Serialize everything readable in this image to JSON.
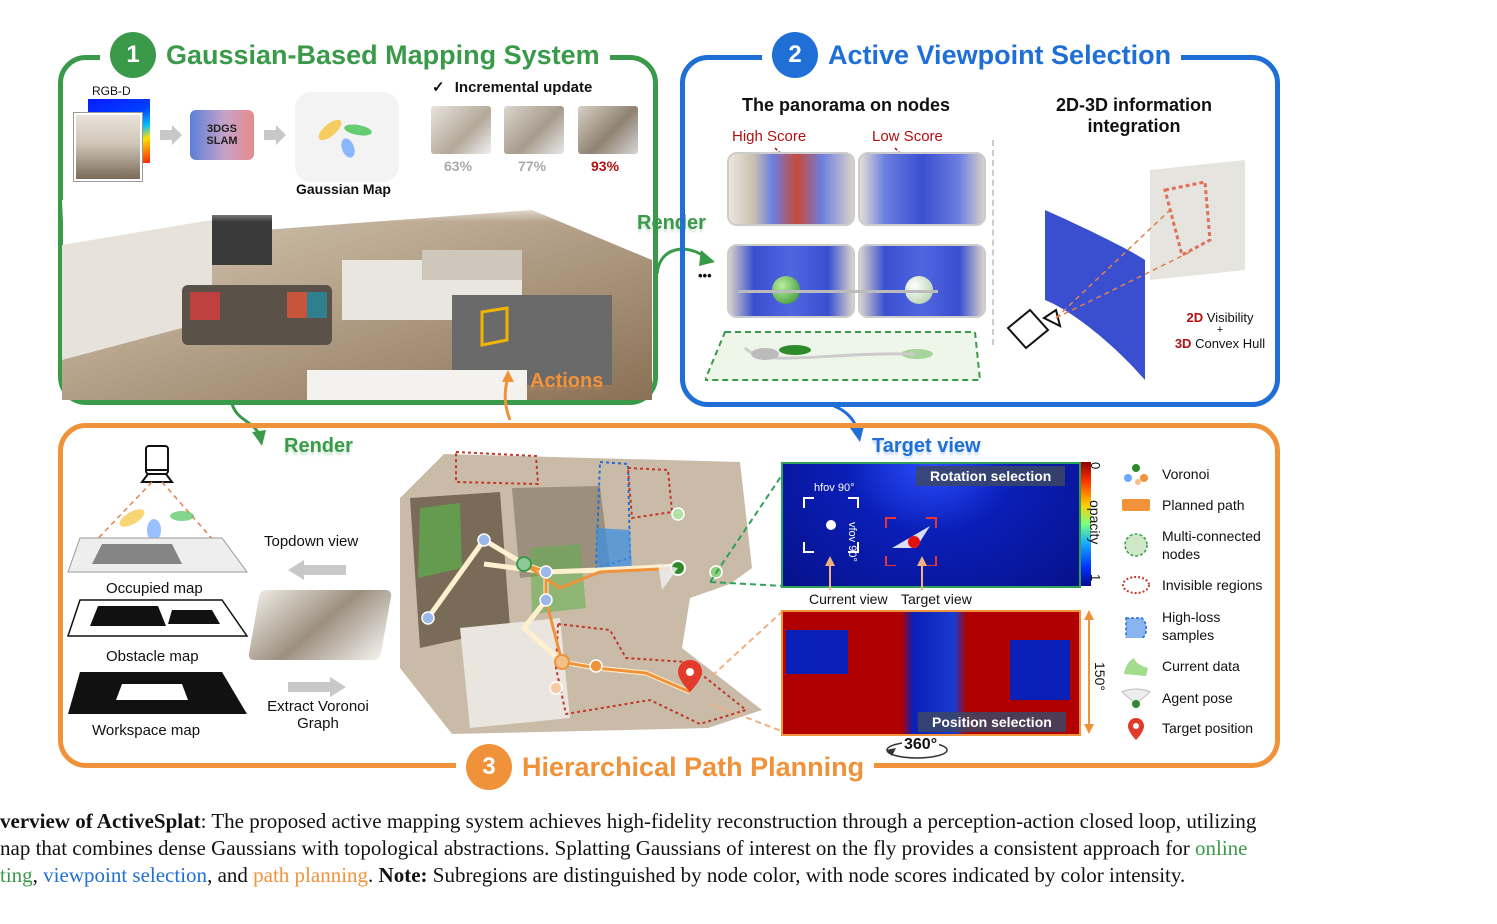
{
  "panel1": {
    "number": "1",
    "title": "Gaussian-Based Mapping System",
    "rgbd_label": "RGB-D",
    "slam_label_line1": "3DGS",
    "slam_label_line2": "SLAM",
    "gaussian_map_label": "Gaussian Map",
    "incremental_label": "Incremental update",
    "incremental_check": "✓",
    "percentages": [
      "63%",
      "77%",
      "93%"
    ],
    "actions_label": "Actions",
    "render_label": "Render"
  },
  "panel2": {
    "number": "2",
    "title": "Active Viewpoint Selection",
    "panorama_title": "The panorama on nodes",
    "high_score": "High Score",
    "low_score": "Low Score",
    "ellipsis": "•••",
    "integration_title_line1": "2D-3D information",
    "integration_title_line2": "integration",
    "visibility_prefix": "2D",
    "visibility_text": "Visibility",
    "plus": "+",
    "convex_prefix": "3D",
    "convex_text": "Convex Hull",
    "render_label": "Render"
  },
  "panel3": {
    "number": "3",
    "title": "Hierarchical Path Planning",
    "render_label": "Render",
    "target_view_label": "Target view",
    "occupied_map": "Occupied map",
    "obstacle_map": "Obstacle map",
    "workspace_map": "Workspace map",
    "topdown_view": "Topdown view",
    "extract_line1": "Extract Voronoi",
    "extract_line2": "Graph",
    "rotation_selection": "Rotation selection",
    "position_selection": "Position selection",
    "hfov": "hfov 90°",
    "vfov": "vfov 90°",
    "current_view": "Current view",
    "target_view": "Target view",
    "colorbar_top": "0",
    "colorbar_bottom": "1",
    "colorbar_label": "opacity",
    "angle_150": "150°",
    "angle_360": "360°"
  },
  "legend": [
    {
      "icon": "voronoi-icon",
      "label": "Voronoi"
    },
    {
      "icon": "planned-path-icon",
      "label": "Planned path"
    },
    {
      "icon": "multi-connected-nodes-icon",
      "label": "Multi-connected nodes"
    },
    {
      "icon": "invisible-regions-icon",
      "label": "Invisible regions"
    },
    {
      "icon": "high-loss-samples-icon",
      "label": "High-loss samples"
    },
    {
      "icon": "current-data-icon",
      "label": "Current data"
    },
    {
      "icon": "agent-pose-icon",
      "label": "Agent pose"
    },
    {
      "icon": "target-position-icon",
      "label": "Target position"
    }
  ],
  "caption": {
    "l1_bold": "verview of ActiveSplat",
    "l1_rest": ": The proposed active mapping system achieves high-fidelity reconstruction through a perception-action closed loop, utilizing",
    "l2_a": "nap that combines dense Gaussians with topological abstractions. Splatting Gaussians of interest on the fly provides a consistent approach for ",
    "l2_green": "online",
    "l3_green": "ting",
    "l3_sep1": ", ",
    "l3_blue": "viewpoint selection",
    "l3_sep2": ", and ",
    "l3_orange": "path planning",
    "l3_sep3": ". ",
    "l3_note_bold": "Note:",
    "l3_rest": " Subregions are distinguished by node color, with node scores indicated by color intensity."
  },
  "colors": {
    "green": "#3a9a4a",
    "blue": "#1f6fd6",
    "orange": "#f0923a",
    "dark_red": "#b01010"
  }
}
